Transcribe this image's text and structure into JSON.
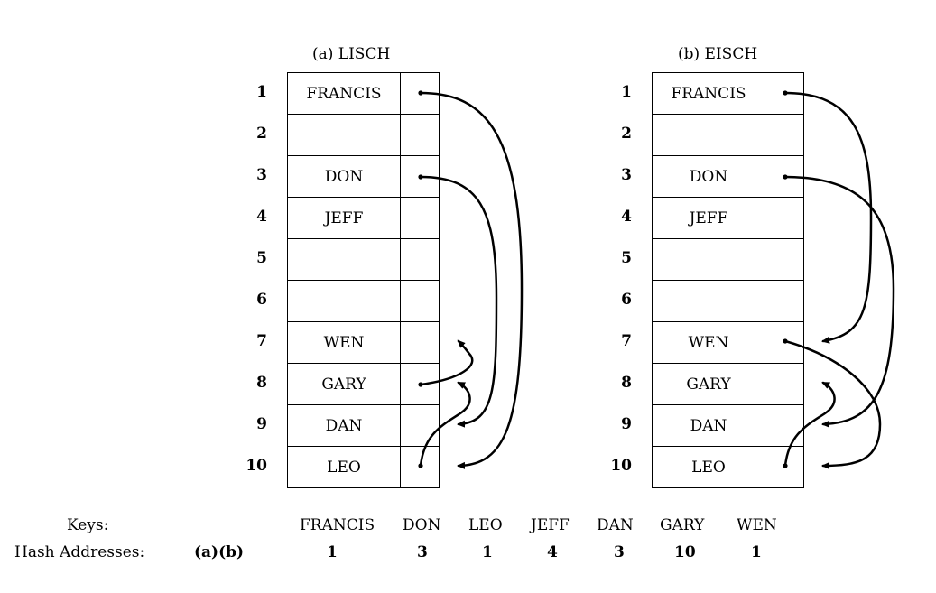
{
  "tables": [
    {
      "title": "(a) LISCH",
      "rows": [
        {
          "num": "1",
          "key": "FRANCIS"
        },
        {
          "num": "2",
          "key": ""
        },
        {
          "num": "3",
          "key": "DON"
        },
        {
          "num": "4",
          "key": "JEFF"
        },
        {
          "num": "5",
          "key": ""
        },
        {
          "num": "6",
          "key": ""
        },
        {
          "num": "7",
          "key": "WEN"
        },
        {
          "num": "8",
          "key": "GARY"
        },
        {
          "num": "9",
          "key": "DAN"
        },
        {
          "num": "10",
          "key": "LEO"
        }
      ],
      "links": [
        {
          "from": 1,
          "to": 10
        },
        {
          "from": 3,
          "to": 9
        },
        {
          "from": 8,
          "to": 7
        },
        {
          "from": 10,
          "to": 8
        }
      ]
    },
    {
      "title": "(b) EISCH",
      "rows": [
        {
          "num": "1",
          "key": "FRANCIS"
        },
        {
          "num": "2",
          "key": ""
        },
        {
          "num": "3",
          "key": "DON"
        },
        {
          "num": "4",
          "key": "JEFF"
        },
        {
          "num": "5",
          "key": ""
        },
        {
          "num": "6",
          "key": ""
        },
        {
          "num": "7",
          "key": "WEN"
        },
        {
          "num": "8",
          "key": "GARY"
        },
        {
          "num": "9",
          "key": "DAN"
        },
        {
          "num": "10",
          "key": "LEO"
        }
      ],
      "links": [
        {
          "from": 1,
          "to": 7
        },
        {
          "from": 3,
          "to": 9
        },
        {
          "from": 7,
          "to": 10
        },
        {
          "from": 10,
          "to": 8
        }
      ]
    }
  ],
  "legend": {
    "keys_label": "Keys:",
    "hash_label": "Hash Addresses:",
    "hash_variant": "(a)(b)",
    "keys": [
      "FRANCIS",
      "DON",
      "LEO",
      "JEFF",
      "DAN",
      "GARY",
      "WEN"
    ],
    "addresses": [
      "1",
      "3",
      "1",
      "4",
      "3",
      "10",
      "1"
    ]
  }
}
